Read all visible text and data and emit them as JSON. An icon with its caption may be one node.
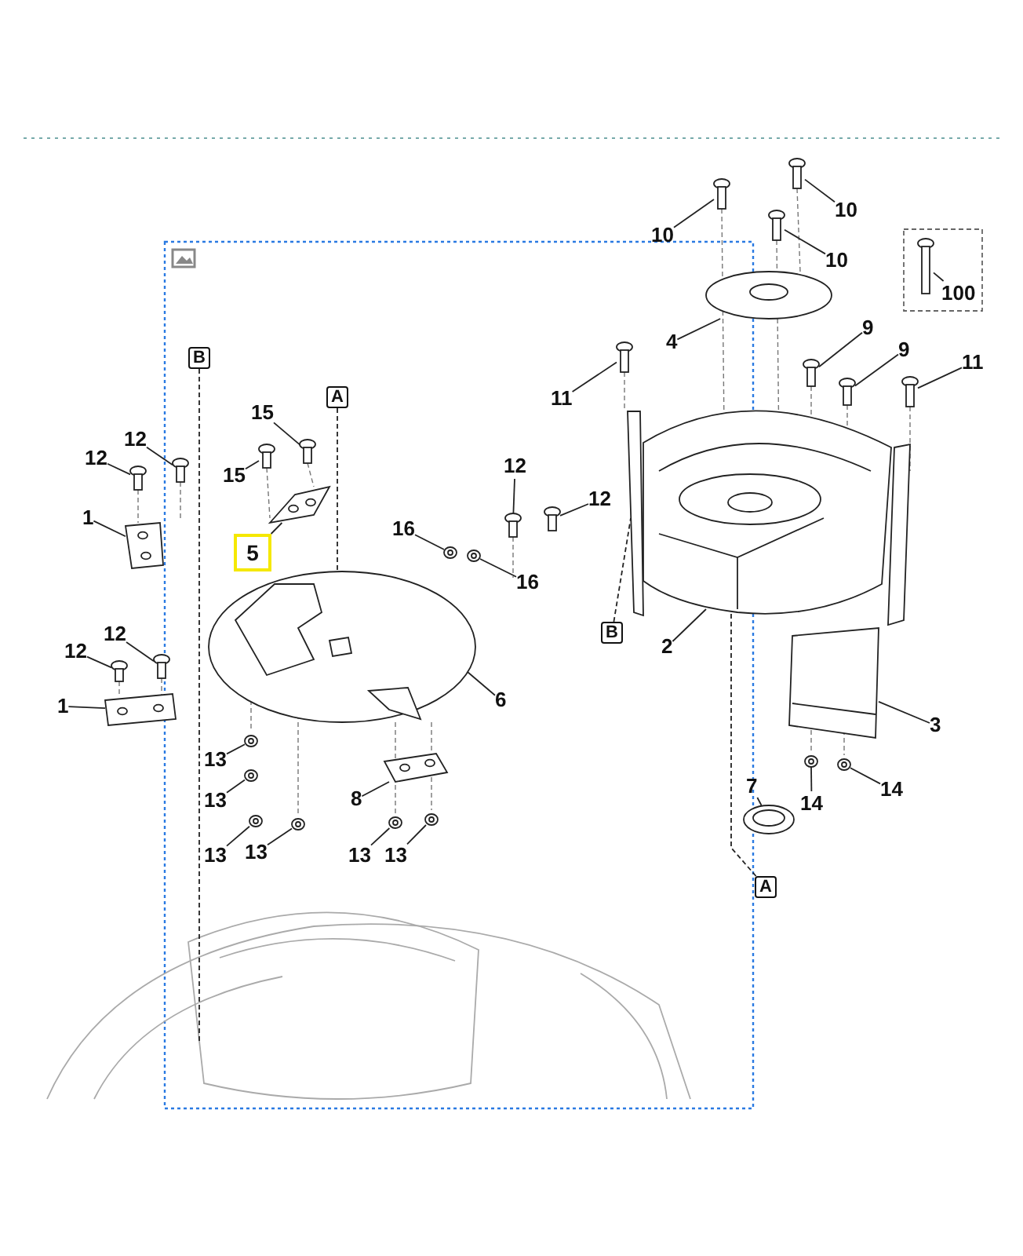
{
  "diagram": {
    "nodes": [
      {
        "text": [
          "10"
        ]
      },
      {
        "text": [
          "10"
        ]
      },
      {
        "text": [
          "10"
        ]
      },
      {
        "text": [
          "100"
        ]
      },
      {
        "text": [
          "4"
        ]
      },
      {
        "text": [
          "9"
        ]
      },
      {
        "text": [
          "9"
        ]
      },
      {
        "text": [
          "11"
        ]
      },
      {
        "text": [
          "11"
        ]
      },
      {
        "text": [
          "B"
        ]
      },
      {
        "text": [
          "A"
        ]
      },
      {
        "text": [
          "15"
        ]
      },
      {
        "text": [
          "15"
        ]
      },
      {
        "text": [
          "12"
        ]
      },
      {
        "text": [
          "12"
        ]
      },
      {
        "text": [
          "1"
        ]
      },
      {
        "text": [
          "5"
        ]
      },
      {
        "text": [
          "16"
        ]
      },
      {
        "text": [
          "12"
        ]
      },
      {
        "text": [
          "16"
        ]
      },
      {
        "text": [
          "12"
        ]
      },
      {
        "text": [
          "12"
        ]
      },
      {
        "text": [
          "12"
        ]
      },
      {
        "text": [
          "1"
        ]
      },
      {
        "text": [
          "6"
        ]
      },
      {
        "text": [
          "B"
        ]
      },
      {
        "text": [
          "2"
        ]
      },
      {
        "text": [
          "3"
        ]
      },
      {
        "text": [
          "13"
        ]
      },
      {
        "text": [
          "13"
        ]
      },
      {
        "text": [
          "13"
        ]
      },
      {
        "text": [
          "13"
        ]
      },
      {
        "text": [
          "8"
        ]
      },
      {
        "text": [
          "13"
        ]
      },
      {
        "text": [
          "13"
        ]
      },
      {
        "text": [
          "7"
        ]
      },
      {
        "text": [
          "14"
        ]
      },
      {
        "text": [
          "14"
        ]
      },
      {
        "text": [
          "A"
        ]
      },
      {
        "text": [],
        "shape": "picture"
      },
      {
        "text": [],
        "shape": "picture"
      },
      {
        "text": [],
        "shape": "picture"
      },
      {
        "text": [],
        "shape": "picture"
      },
      {
        "text": [],
        "shape": "picture"
      },
      {
        "text": [],
        "shape": "picture"
      },
      {
        "text": [],
        "shape": "picture"
      },
      {
        "text": [],
        "shape": "picture"
      },
      {
        "text": [],
        "shape": "picture"
      },
      {
        "text": [],
        "shape": "picture"
      },
      {
        "text": [],
        "shape": "picture"
      },
      {
        "text": [],
        "shape": "picture"
      },
      {
        "text": [],
        "shape": "picture"
      },
      {
        "text": [],
        "shape": "picture"
      },
      {
        "text": [],
        "shape": "picture"
      },
      {
        "text": [],
        "shape": "picture"
      },
      {
        "text": [],
        "shape": "picture"
      },
      {
        "text": [],
        "shape": "picture"
      },
      {
        "text": [],
        "shape": "picture"
      },
      {
        "text": [],
        "shape": "picture"
      },
      {
        "text": [],
        "shape": "picture"
      },
      {
        "text": [],
        "shape": "picture"
      },
      {
        "text": [],
        "shape": "picture"
      },
      {
        "text": [],
        "shape": "picture"
      },
      {
        "text": [],
        "shape": "picture"
      },
      {
        "text": [],
        "shape": "picture"
      },
      {
        "text": [],
        "shape": "picture"
      },
      {
        "text": [],
        "shape": "picture"
      },
      {
        "text": [],
        "shape": "picture"
      },
      {
        "text": [],
        "shape": "picture"
      },
      {
        "text": [],
        "shape": "picture"
      },
      {
        "text": [],
        "shape": "picture"
      },
      {
        "text": [],
        "shape": "picture"
      },
      {
        "text": [],
        "shape": "picture"
      },
      {
        "text": [],
        "shape": "picture"
      },
      {
        "text": [],
        "shape": "picture"
      }
    ],
    "edges": [
      {
        "from": 0,
        "to": 39,
        "arrow": "none"
      },
      {
        "from": 1,
        "to": 40,
        "arrow": "none"
      },
      {
        "from": 2,
        "to": 41,
        "arrow": "none"
      },
      {
        "from": 3,
        "to": 42,
        "arrow": "none"
      },
      {
        "from": 4,
        "to": 43,
        "arrow": "none"
      },
      {
        "from": 5,
        "to": 44,
        "arrow": "none"
      },
      {
        "from": 6,
        "to": 45,
        "arrow": "none"
      },
      {
        "from": 7,
        "to": 46,
        "arrow": "none"
      },
      {
        "from": 8,
        "to": 47,
        "arrow": "none"
      },
      {
        "from": 9,
        "to": 74,
        "arrow": "none",
        "style": "dashed"
      },
      {
        "from": 10,
        "to": 61,
        "arrow": "none",
        "style": "dashed"
      },
      {
        "from": 11,
        "to": 48,
        "arrow": "none"
      },
      {
        "from": 12,
        "to": 49,
        "arrow": "none"
      },
      {
        "from": 13,
        "to": 50,
        "arrow": "none"
      },
      {
        "from": 14,
        "to": 51,
        "arrow": "none"
      },
      {
        "from": 15,
        "to": 52,
        "arrow": "none"
      },
      {
        "from": 16,
        "to": 53,
        "arrow": "none"
      },
      {
        "from": 17,
        "to": 54,
        "arrow": "none"
      },
      {
        "from": 18,
        "to": 55,
        "arrow": "none"
      },
      {
        "from": 19,
        "to": 56,
        "arrow": "none"
      },
      {
        "from": 20,
        "to": 57,
        "arrow": "none"
      },
      {
        "from": 21,
        "to": 58,
        "arrow": "none"
      },
      {
        "from": 22,
        "to": 59,
        "arrow": "none"
      },
      {
        "from": 23,
        "to": 60,
        "arrow": "none"
      },
      {
        "from": 24,
        "to": 61,
        "arrow": "none"
      },
      {
        "from": 25,
        "to": 62,
        "arrow": "none",
        "style": "dashed"
      },
      {
        "from": 26,
        "to": 62,
        "arrow": "none"
      },
      {
        "from": 27,
        "to": 63,
        "arrow": "none"
      },
      {
        "from": 28,
        "to": 64,
        "arrow": "none"
      },
      {
        "from": 29,
        "to": 65,
        "arrow": "none"
      },
      {
        "from": 30,
        "to": 66,
        "arrow": "none"
      },
      {
        "from": 31,
        "to": 67,
        "arrow": "none"
      },
      {
        "from": 32,
        "to": 68,
        "arrow": "none"
      },
      {
        "from": 33,
        "to": 69,
        "arrow": "none"
      },
      {
        "from": 34,
        "to": 70,
        "arrow": "none"
      },
      {
        "from": 35,
        "to": 71,
        "arrow": "none"
      },
      {
        "from": 36,
        "to": 72,
        "arrow": "none"
      },
      {
        "from": 37,
        "to": 73,
        "arrow": "none"
      },
      {
        "from": 38,
        "to": 62,
        "arrow": "none",
        "style": "dashed"
      }
    ]
  }
}
